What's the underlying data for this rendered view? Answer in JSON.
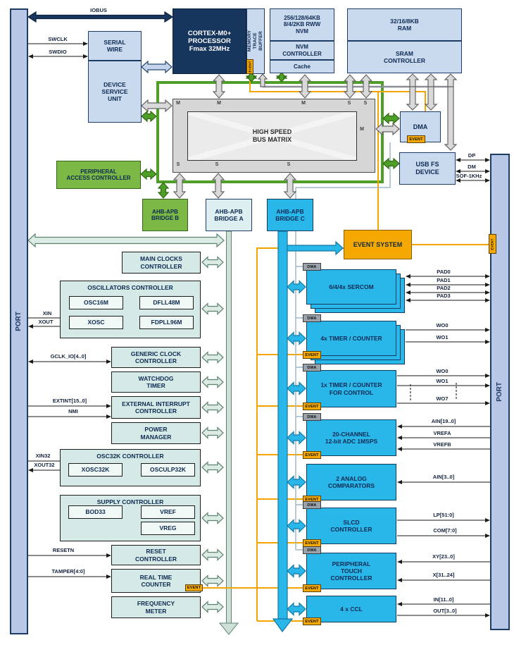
{
  "ports": {
    "left": "PORT",
    "right": "PORT",
    "right_event_tag": "EVENT"
  },
  "tags": {
    "event": "EVENT",
    "dma": "DMA"
  },
  "top": {
    "serial_wire": "SERIAL\nWIRE",
    "dsu": "DEVICE\nSERVICE\nUNIT",
    "cortex": "CORTEX-M0+\nPROCESSOR\nFmax 32MHz",
    "mtb": "MEMORY\nTRACE BUFFER",
    "nvm_mem": "256/128/64KB\n8/4/2KB RWW\nNVM",
    "nvm_ctrl": "NVM\nCONTROLLER",
    "cache": "Cache",
    "ram": "32/16/8KB\nRAM",
    "sram": "SRAM\nCONTROLLER",
    "matrix": "HIGH SPEED\nBUS MATRIX",
    "matrix_ports": {
      "top": [
        "M",
        "M",
        "M",
        "S",
        "S"
      ],
      "bottom": [
        "S",
        "S",
        "S"
      ],
      "right": "M"
    },
    "dma": "DMA",
    "usb": "USB FS\nDEVICE",
    "pac": "PERIPHERAL\nACCESS CONTROLLER",
    "bridge_b": "AHB-APB\nBRIDGE B",
    "bridge_a": "AHB-APB\nBRIDGE A",
    "bridge_c": "AHB-APB\nBRIDGE C",
    "event_system": "EVENT SYSTEM"
  },
  "left_blocks": [
    {
      "id": "main-clocks",
      "label": "MAIN CLOCKS\nCONTROLLER"
    },
    {
      "id": "generic-clock",
      "label": "GENERIC CLOCK\nCONTROLLER"
    },
    {
      "id": "watchdog",
      "label": "WATCHDOG\nTIMER"
    },
    {
      "id": "eic",
      "label": "EXTERNAL INTERRUPT\nCONTROLLER"
    },
    {
      "id": "power-manager",
      "label": "POWER\nMANAGER"
    },
    {
      "id": "reset",
      "label": "RESET\nCONTROLLER"
    },
    {
      "id": "rtc",
      "label": "REAL TIME\nCOUNTER",
      "event": true
    },
    {
      "id": "freq-meter",
      "label": "FREQUENCY\nMETER"
    }
  ],
  "left_groups": [
    {
      "id": "oscillators",
      "title": "OSCILLATORS CONTROLLER",
      "subs": [
        "OSC16M",
        "DFLL48M",
        "XOSC",
        "FDPLL96M"
      ]
    },
    {
      "id": "osc32k",
      "title": "OSC32K CONTROLLER",
      "subs": [
        "XOSC32K",
        "OSCULP32K"
      ]
    },
    {
      "id": "supply",
      "title": "SUPPLY CONTROLLER",
      "subs": [
        "BOD33",
        "VREF",
        "VREG"
      ]
    }
  ],
  "right_blocks": [
    {
      "id": "sercom",
      "label": "6/4/4x SERCOM",
      "dma": true,
      "event": false
    },
    {
      "id": "tc",
      "label": "4x TIMER / COUNTER",
      "dma": true,
      "event": true
    },
    {
      "id": "tcc",
      "label": "1x TIMER / COUNTER\nFOR CONTROL",
      "dma": true,
      "event": true
    },
    {
      "id": "adc",
      "label": "20-CHANNEL\n12-bit ADC 1MSPS",
      "dma": true,
      "event": true
    },
    {
      "id": "ac",
      "label": "2 ANALOG\nCOMPARATORS",
      "dma": false,
      "event": true
    },
    {
      "id": "slcd",
      "label": "SLCD\nCONTROLLER",
      "dma": true,
      "event": true
    },
    {
      "id": "ptc",
      "label": "PERIPHERAL\nTOUCH\nCONTROLLER",
      "dma": true,
      "event": true
    },
    {
      "id": "ccl",
      "label": "4 x CCL",
      "dma": false,
      "event": true
    }
  ],
  "signals": {
    "left": [
      {
        "id": "iobus",
        "label": "IOBUS"
      },
      {
        "id": "swclk",
        "label": "SWCLK"
      },
      {
        "id": "swdio",
        "label": "SWDIO"
      },
      {
        "id": "xin",
        "label": "XIN"
      },
      {
        "id": "xout",
        "label": "XOUT"
      },
      {
        "id": "gclk-io",
        "label": "GCLK_IO[4..0]"
      },
      {
        "id": "extint",
        "label": "EXTINT[15..0]"
      },
      {
        "id": "nmi",
        "label": "NMI"
      },
      {
        "id": "xin32",
        "label": "XIN32"
      },
      {
        "id": "xout32",
        "label": "XOUT32"
      },
      {
        "id": "resetn",
        "label": "RESETN"
      },
      {
        "id": "tamper",
        "label": "TAMPER[4:0]"
      }
    ],
    "right": [
      {
        "id": "dp",
        "label": "DP"
      },
      {
        "id": "dm",
        "label": "DM"
      },
      {
        "id": "sof",
        "label": "SOF-1KHz"
      },
      {
        "id": "pad0",
        "label": "PAD0"
      },
      {
        "id": "pad1",
        "label": "PAD1"
      },
      {
        "id": "pad2",
        "label": "PAD2"
      },
      {
        "id": "pad3",
        "label": "PAD3"
      },
      {
        "id": "tc-wo0",
        "label": "WO0"
      },
      {
        "id": "tc-wo1",
        "label": "WO1"
      },
      {
        "id": "tcc-wo0",
        "label": "WO0"
      },
      {
        "id": "tcc-wo1",
        "label": "WO1"
      },
      {
        "id": "tcc-wo7",
        "label": "WO7"
      },
      {
        "id": "ain19",
        "label": "AIN[19..0]"
      },
      {
        "id": "vrefa",
        "label": "VREFA"
      },
      {
        "id": "vrefb",
        "label": "VREFB"
      },
      {
        "id": "ain3",
        "label": "AIN[3..0]"
      },
      {
        "id": "lp",
        "label": "LP[51:0]"
      },
      {
        "id": "com",
        "label": "COM[7:0]"
      },
      {
        "id": "xy",
        "label": "XY[23..0]"
      },
      {
        "id": "x31",
        "label": "X[31..24]"
      },
      {
        "id": "in11",
        "label": "IN[11..0]"
      },
      {
        "id": "out3",
        "label": "OUT[3..0]"
      }
    ]
  },
  "colors": {
    "accent_cyan": "#29b7ea",
    "accent_green": "#7cb845",
    "accent_orange": "#f5a802",
    "navy": "#17365d",
    "light_blue": "#c9d9ee",
    "teal_block": "#d5eae6"
  }
}
